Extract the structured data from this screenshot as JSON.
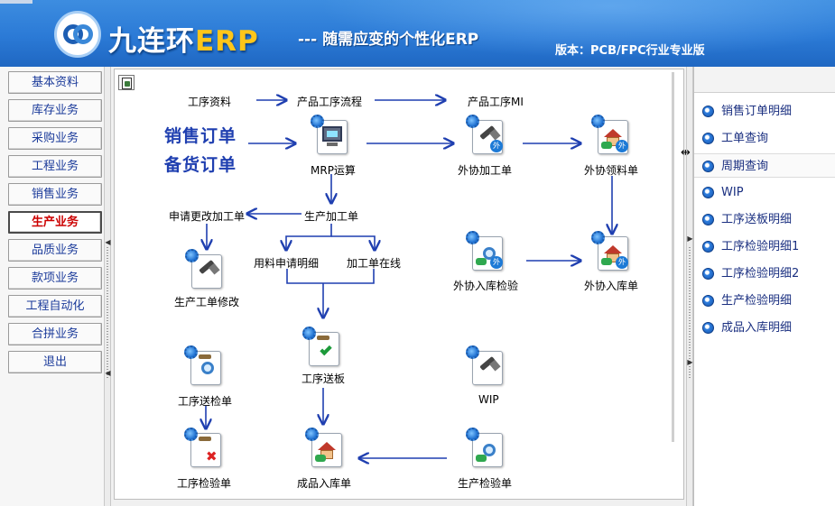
{
  "banner": {
    "brand": "九连环",
    "brand_erp": "ERP",
    "slogan": "--- 随需应变的个性化ERP",
    "version": "版本：PCB/FPC行业专业版"
  },
  "leftnav": {
    "items": [
      {
        "label": "基本资料",
        "active": false
      },
      {
        "label": "库存业务",
        "active": false
      },
      {
        "label": "采购业务",
        "active": false
      },
      {
        "label": "工程业务",
        "active": false
      },
      {
        "label": "销售业务",
        "active": false
      },
      {
        "label": "生产业务",
        "active": true
      },
      {
        "label": "品质业务",
        "active": false
      },
      {
        "label": "款项业务",
        "active": false
      },
      {
        "label": "工程自动化",
        "active": false
      },
      {
        "label": "合拼业务",
        "active": false
      },
      {
        "label": "退出",
        "active": false
      }
    ]
  },
  "flow": {
    "top": {
      "process_data": "工序资料",
      "product_process_flow": "产品工序流程",
      "product_process_mi": "产品工序MI"
    },
    "sales_order": "销售订单",
    "stock_order": "备货订单",
    "mrp": "MRP运算",
    "outsourced_work": "外协加工单",
    "outsourced_material": "外协领料单",
    "production_order": "生产加工单",
    "change_request": "申请更改加工单",
    "material_request_detail": "用料申请明细",
    "order_online": "加工单在线",
    "production_order_edit": "生产工单修改",
    "outsourced_inspection": "外协入库检验",
    "outsourced_warehousing": "外协入库单",
    "process_delivery": "工序送板",
    "process_inspection_send": "工序送检单",
    "wip": "WIP",
    "process_inspection": "工序检验单",
    "finished_warehousing": "成品入库单",
    "production_inspection": "生产检验单"
  },
  "rightpanel": {
    "items": [
      {
        "label": "销售订单明细",
        "selected": false
      },
      {
        "label": "工单查询",
        "selected": false
      },
      {
        "label": "周期查询",
        "selected": true
      },
      {
        "label": "WIP",
        "selected": false
      },
      {
        "label": "工序送板明细",
        "selected": false
      },
      {
        "label": "工序检验明细1",
        "selected": false
      },
      {
        "label": "工序检验明细2",
        "selected": false
      },
      {
        "label": "生产检验明细",
        "selected": false
      },
      {
        "label": "成品入库明细",
        "selected": false
      }
    ]
  },
  "colors": {
    "banner": "#2b7ad6",
    "nav_text": "#1a3a9a",
    "active_nav": "#cc0000",
    "arrow": "#1f3fb0",
    "big_text": "#1f3fb0"
  }
}
